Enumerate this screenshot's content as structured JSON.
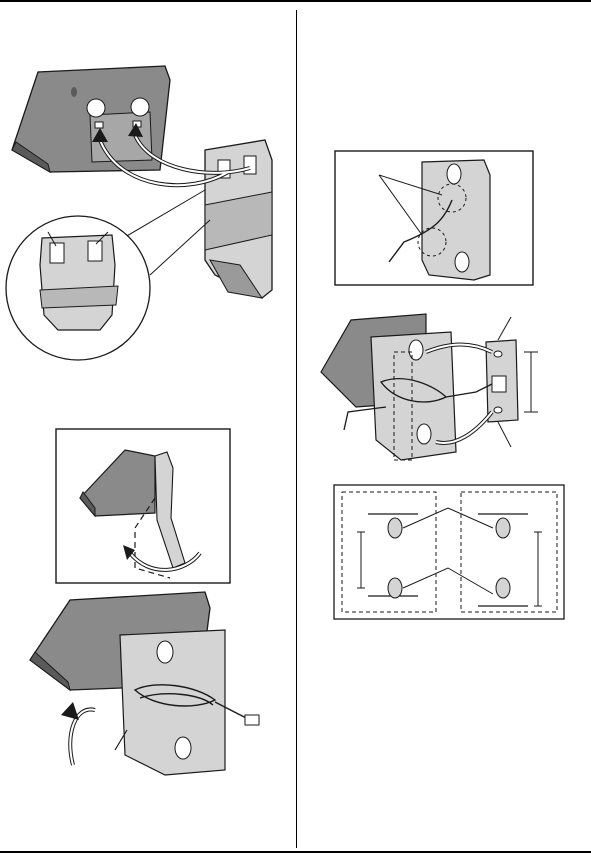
{
  "document": {
    "layout": "two-column",
    "text_labels": []
  },
  "figures": {
    "fig1": {
      "subject": "base-to-bracket-hooks",
      "callout_hooks": 2
    },
    "fig2": {
      "subject": "rotate-bracket-framed"
    },
    "fig3": {
      "subject": "flip-bracket-with-cords"
    },
    "fig4": {
      "subject": "cord-routing-framed"
    },
    "fig5": {
      "subject": "wall-plate-mounting"
    },
    "fig6": {
      "subject": "keyhole-detail-two-panels"
    }
  },
  "colors": {
    "ink": "#1a1a1a",
    "device_gray": "#8a8a8a",
    "device_dark": "#5a5a5a",
    "bracket_light": "#d4d4d4",
    "bracket_mid": "#b8b8b8",
    "white": "#ffffff"
  }
}
